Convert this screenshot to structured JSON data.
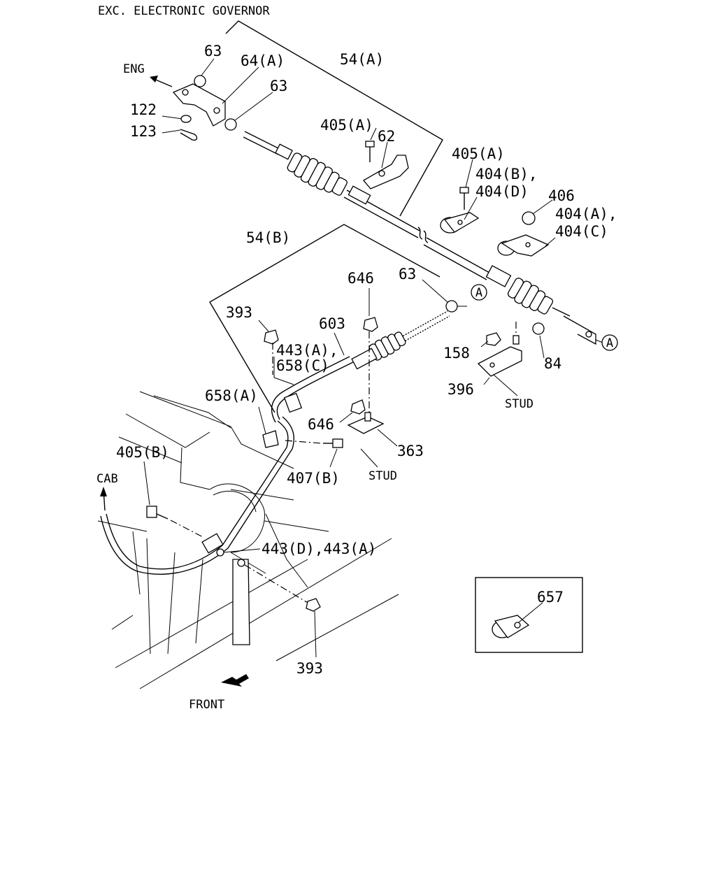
{
  "title": "EXC. ELECTRONIC GOVERNOR",
  "direction_labels": {
    "eng": "ENG",
    "cab": "CAB",
    "front": "FRONT"
  },
  "stud_labels": [
    "STUD",
    "STUD"
  ],
  "callout_ref": "A",
  "labels": {
    "p63a": "63",
    "p64a": "64(A)",
    "p54a": "54(A)",
    "p63b": "63",
    "p122": "122",
    "p123": "123",
    "p405a1": "405(A)",
    "p62": "62",
    "p405a2": "405(A)",
    "p404bd": "404(B),",
    "p404d": "404(D)",
    "p406": "406",
    "p404a": "404(A),",
    "p404c": "404(C)",
    "p54b": "54(B)",
    "p646a": "646",
    "p63c": "63",
    "p393a": "393",
    "p603": "603",
    "p443a": "443(A),",
    "p658c": "658(C)",
    "p158": "158",
    "p84": "84",
    "p396": "396",
    "p658a": "658(A)",
    "p646b": "646",
    "p363": "363",
    "p405b": "405(B)",
    "p407b": "407(B)",
    "p443d": "443(D),443(A)",
    "p393b": "393",
    "p657": "657"
  }
}
